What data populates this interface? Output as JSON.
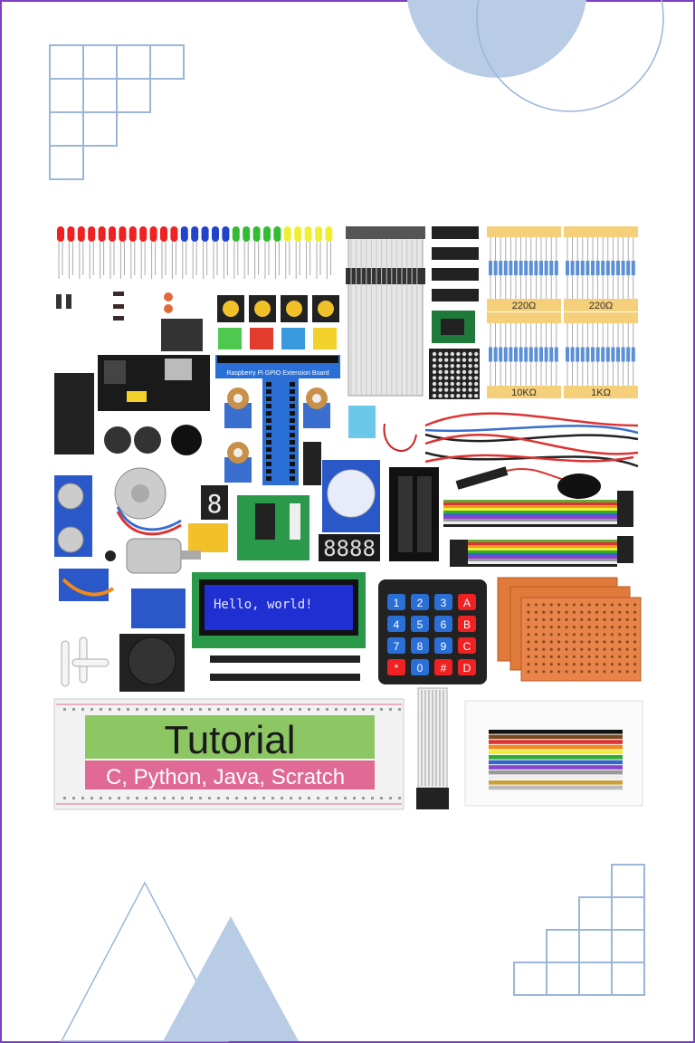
{
  "colors": {
    "frame": "#7b3fbf",
    "decor": "#9bb6d9",
    "decor_fill": "#b8cce6",
    "breadboard_green": "#8cc764",
    "breadboard_pink": "#e06a95",
    "lcd_blue": "#1f2fd1",
    "gpio_blue": "#2a6fd6"
  },
  "product": {
    "lcd_text": "Hello, world!",
    "gpio_board_label": "Raspberry Pi GPIO Extension Board",
    "resistor_labels": [
      "220Ω",
      "220Ω",
      "10KΩ",
      "1KΩ"
    ],
    "keypad_keys": [
      "1",
      "2",
      "3",
      "A",
      "4",
      "5",
      "6",
      "B",
      "7",
      "8",
      "9",
      "C",
      "*",
      "0",
      "#",
      "D"
    ],
    "seven_segment_digits": "8888",
    "single_digit": "8",
    "breadboard_title": "Tutorial",
    "breadboard_subtitle": "C, Python, Java, Scratch"
  },
  "icons": {
    "leds": "led-strip-icon",
    "lcd": "lcd-module-icon",
    "keypad": "keypad-icon"
  }
}
